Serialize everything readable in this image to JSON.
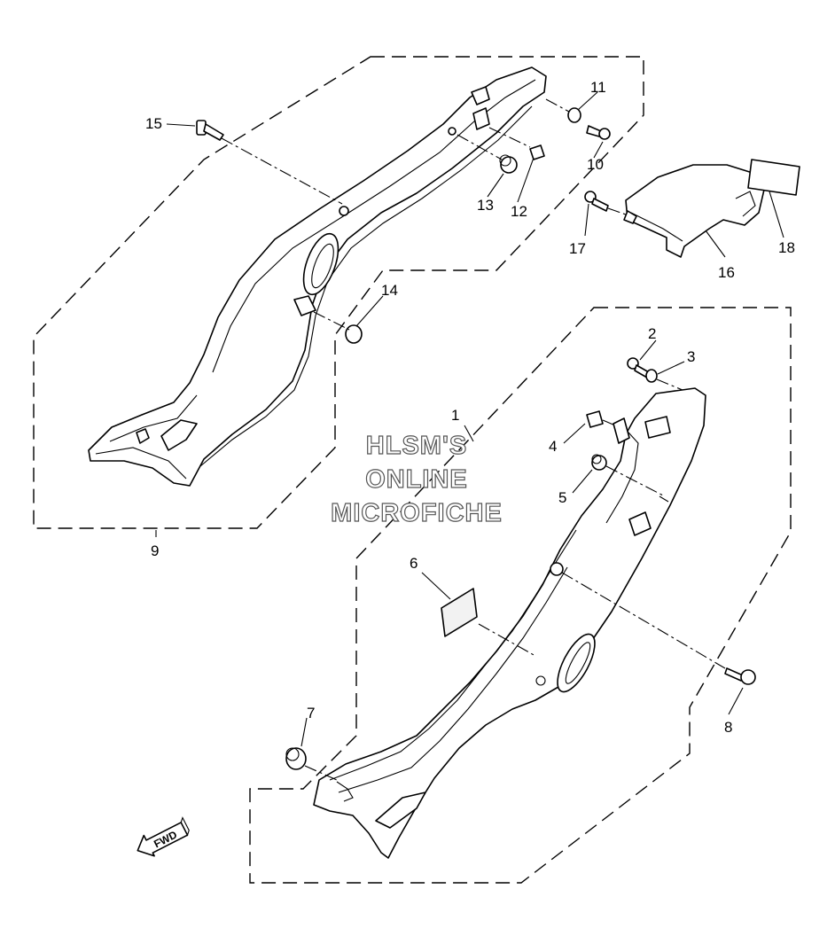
{
  "watermark": {
    "line1": "HLSM'S",
    "line2": "ONLINE",
    "line3": "MICROFICHE"
  },
  "fwd_label": "FWD",
  "callouts": {
    "c1": "1",
    "c2": "2",
    "c3": "3",
    "c4": "4",
    "c5": "5",
    "c6": "6",
    "c7": "7",
    "c8": "8",
    "c9": "9",
    "c10": "10",
    "c11": "11",
    "c12": "12",
    "c13": "13",
    "c14": "14",
    "c15": "15",
    "c16": "16",
    "c17": "17",
    "c18": "18"
  }
}
